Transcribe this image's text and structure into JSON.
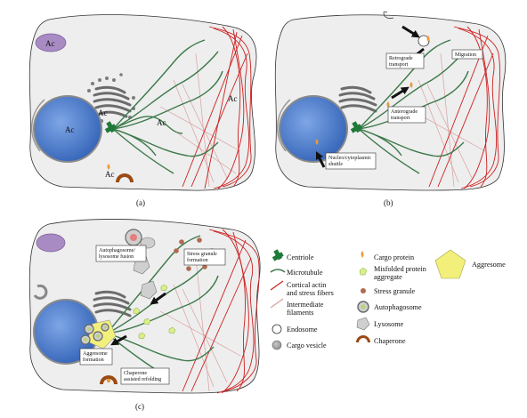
{
  "panel_a": {
    "caption": "(a)",
    "ac_labels": [
      "Ac",
      "Ac",
      "Ac",
      "Ac",
      "Ac",
      "Ac"
    ]
  },
  "panel_b": {
    "caption": "(b)",
    "retrograde": [
      "Retrograde",
      "transport"
    ],
    "migration": "Migration",
    "anterograde": [
      "Anterograde",
      "transport"
    ],
    "nucleo": [
      "Nucleo/cytoplasmic",
      "shuttle"
    ]
  },
  "panel_c": {
    "caption": "(c)",
    "autophagosome": [
      "Autophagosome/",
      "lysosome fusion"
    ],
    "stress_granule": [
      "Stress granule",
      "formation"
    ],
    "aggresome_formation": [
      "Aggresome",
      "formation"
    ],
    "chaperone_refolding": [
      "Chaperone",
      "assisted refolding"
    ]
  },
  "legend": {
    "col1": [
      {
        "icon": "centriole",
        "lines": [
          "Centriole"
        ]
      },
      {
        "icon": "microtubule",
        "lines": [
          "Microtubule"
        ]
      },
      {
        "icon": "actin",
        "lines": [
          "Cortical actin",
          "and stress fibers"
        ]
      },
      {
        "icon": "intermediate",
        "lines": [
          "Intermediate",
          "filaments"
        ]
      },
      {
        "icon": "endosome",
        "lines": [
          "Endosome"
        ]
      },
      {
        "icon": "cargo-vesicle",
        "lines": [
          "Cargo vesicle"
        ]
      }
    ],
    "col2": [
      {
        "icon": "cargo-protein",
        "lines": [
          "Cargo protein"
        ]
      },
      {
        "icon": "misfolded",
        "lines": [
          "Misfolded protein",
          "aggregate"
        ]
      },
      {
        "icon": "stress-granule",
        "lines": [
          "Stress granule"
        ]
      },
      {
        "icon": "autophagosome",
        "lines": [
          "Autophagosome"
        ]
      },
      {
        "icon": "lysosome",
        "lines": [
          "Lysosome"
        ]
      },
      {
        "icon": "chaperone",
        "lines": [
          "Chaperone"
        ]
      }
    ],
    "aggresome": "Aggresome"
  },
  "colors": {
    "cell": "#eeeeee",
    "nucleus": "#4f7fd0",
    "microtubule": "#3e7a4a",
    "actin": "#cc1f1f",
    "intermediate": "#d8a0a0",
    "golgi": "#7d7d7d",
    "vacuole": "#a98bc4",
    "chaperone": "#9b4a14",
    "aggresome": "#f2f07a"
  }
}
